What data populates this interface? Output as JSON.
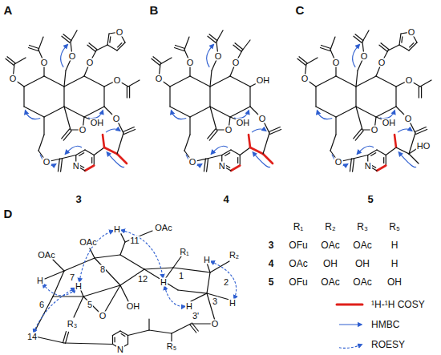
{
  "diagram": {
    "labels": [
      "A",
      "O",
      "O",
      "O",
      "O",
      "O",
      "O",
      "O",
      "O",
      "O",
      "OH",
      "N",
      "3",
      "B",
      "O",
      "O",
      "O",
      "O",
      "OH",
      "O",
      "O",
      "O",
      "OH",
      "N",
      "4",
      "C",
      "O",
      "O",
      "O",
      "O",
      "O",
      "O",
      "O",
      "O",
      "O",
      "OH",
      "N",
      "HO",
      "5",
      "D",
      "OAc",
      "7",
      "H",
      "6",
      "5",
      "H",
      "R₃",
      "14",
      "OAc",
      "8",
      "H",
      "11",
      "OAc",
      "12",
      "H",
      "R₁",
      "1",
      "R₂",
      "2",
      "H",
      "H",
      "OH",
      "3",
      "H",
      "O",
      "3'",
      "R₅",
      "O",
      "N",
      "R₁",
      "R₂",
      "R₃",
      "R₅",
      "3",
      "OFu",
      "OAc",
      "OAc",
      "H",
      "4",
      "OAc",
      "OH",
      "OH",
      "H",
      "5",
      "OFu",
      "OAc",
      "OAc",
      "OH"
    ],
    "legend": [
      {
        "text": "¹H-¹H COSY"
      },
      {
        "text": "HMBC"
      },
      {
        "text": "ROESY"
      }
    ]
  }
}
